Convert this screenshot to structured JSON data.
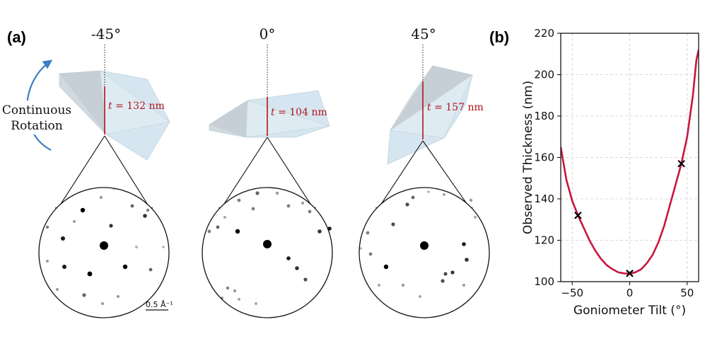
{
  "panel_a": {
    "label": "(a)",
    "rotation_label_line1": "Continuous",
    "rotation_label_line2": "Rotation",
    "scale_bar_label": "0.5 Å⁻¹",
    "views": [
      {
        "angle": "-45°",
        "t_symbol": "t",
        "thickness": "= 132 nm"
      },
      {
        "angle": "0°",
        "t_symbol": "t",
        "thickness": "= 104 nm"
      },
      {
        "angle": "45°",
        "t_symbol": "t",
        "thickness": "= 157 nm"
      }
    ]
  },
  "panel_b": {
    "label": "(b)"
  },
  "colors": {
    "curve": "#c8163f",
    "thickness_marker": "#b0141c",
    "crystal_fill": "#d6e6f0",
    "crystal_shadow": "#b9bcbf",
    "arrow": "#3a7fc4"
  },
  "chart_data": {
    "type": "line",
    "xlabel": "Goniometer Tilt (°)",
    "ylabel": "Observed Thickness (nm)",
    "xlim": [
      -60,
      60
    ],
    "ylim": [
      100,
      220
    ],
    "xticks": [
      -50,
      0,
      50
    ],
    "yticks": [
      100,
      120,
      140,
      160,
      180,
      200,
      220
    ],
    "grid": true,
    "series": [
      {
        "x": [
          -60,
          -55,
          -50,
          -45,
          -40,
          -35,
          -30,
          -25,
          -20,
          -15,
          -10,
          -5,
          0,
          5,
          10,
          15,
          20,
          25,
          30,
          35,
          40,
          45,
          50,
          52,
          55,
          58,
          60
        ],
        "y": [
          165,
          149,
          139,
          132,
          126,
          120,
          115,
          111,
          108,
          106,
          104.5,
          104,
          103.8,
          104.5,
          106,
          109,
          113,
          119,
          127,
          137,
          147,
          157,
          170,
          178,
          190,
          207,
          212
        ]
      }
    ],
    "markers": {
      "x": [
        -45,
        0,
        45
      ],
      "y": [
        132,
        104,
        157
      ],
      "symbol": "x"
    }
  }
}
